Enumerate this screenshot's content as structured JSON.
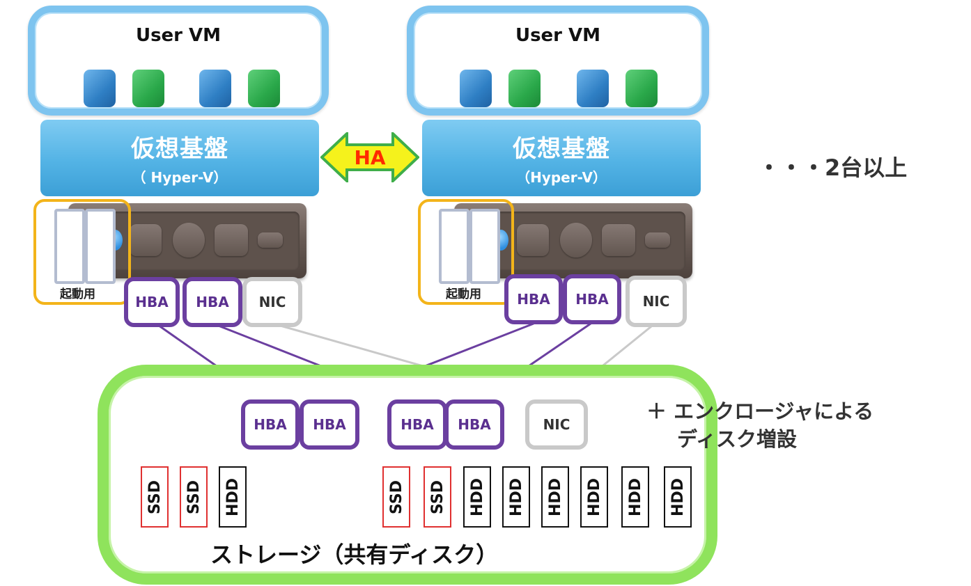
{
  "hosts": [
    {
      "vm_title": "User VM",
      "hypervisor": "仮想基盤",
      "hypervisor_sub": "（ Hyper-V）",
      "boot_label": "起動用",
      "ports": [
        "HBA",
        "HBA",
        "NIC"
      ]
    },
    {
      "vm_title": "User VM",
      "hypervisor": "仮想基盤",
      "hypervisor_sub": "（Hyper-V）",
      "boot_label": "起動用",
      "ports": [
        "HBA",
        "HBA",
        "NIC"
      ]
    }
  ],
  "ha_label": "HA",
  "scale_note": "・・・2台以上",
  "storage": {
    "ports": [
      "HBA",
      "HBA",
      "HBA",
      "HBA",
      "NIC"
    ],
    "drives_left": [
      "SSD",
      "SSD",
      "HDD"
    ],
    "drives_right": [
      "SSD",
      "SSD",
      "HDD",
      "HDD",
      "HDD",
      "HDD",
      "HDD",
      "HDD"
    ],
    "title": "ストレージ（共有ディスク）"
  },
  "enclosure_note": {
    "line1": "＋ エンクロージャによる",
    "line2": "ディスク増設"
  },
  "colors": {
    "vm_border": "#7ec4ef",
    "hba": "#6b3fa0",
    "nic": "#c9c9c9",
    "storage_border": "#8fe35c",
    "boot_border": "#f3b41a",
    "ssd_border": "#e03030"
  }
}
